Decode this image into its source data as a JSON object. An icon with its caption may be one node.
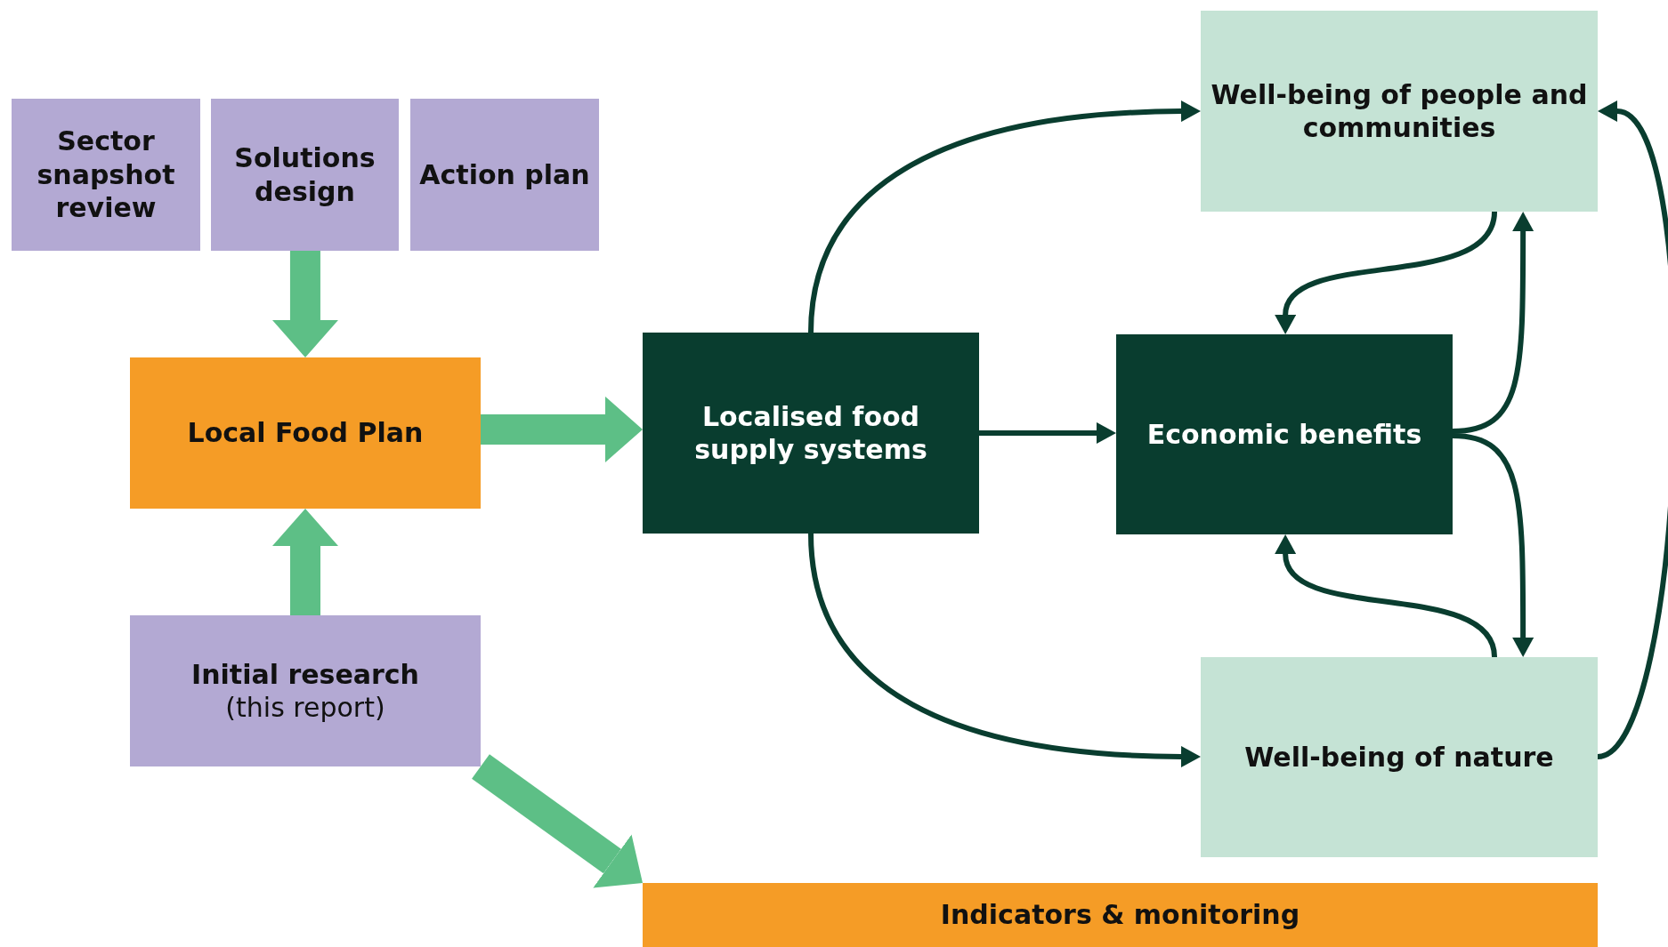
{
  "diagram": {
    "nodes": [
      {
        "text": [
          "Sector snapshot review"
        ]
      },
      {
        "text": [
          "Solutions design"
        ]
      },
      {
        "text": [
          "Action plan"
        ]
      },
      {
        "text": [
          "Local Food Plan"
        ]
      },
      {
        "text": [
          "Initial research",
          "(this report)"
        ]
      },
      {
        "text": [
          "Localised food supply systems"
        ]
      },
      {
        "text": [
          "Economic benefits"
        ]
      },
      {
        "text": [
          "Well-being of people and communities"
        ]
      },
      {
        "text": [
          "Well-being of nature"
        ]
      },
      {
        "text": [
          "Indicators & monitoring"
        ]
      }
    ],
    "edges": [
      {
        "from": 1,
        "to": 3,
        "arrow": "to",
        "style": "thick",
        "color": "#5dbf86"
      },
      {
        "from": 4,
        "to": 3,
        "arrow": "to",
        "style": "thick",
        "color": "#5dbf86"
      },
      {
        "from": 3,
        "to": 5,
        "arrow": "to",
        "style": "thick",
        "color": "#5dbf86"
      },
      {
        "from": 4,
        "to": 9,
        "arrow": "to",
        "style": "thick",
        "color": "#5dbf86"
      },
      {
        "from": 5,
        "to": 7,
        "arrow": "to"
      },
      {
        "from": 5,
        "to": 6,
        "arrow": "to"
      },
      {
        "from": 5,
        "to": 8,
        "arrow": "to"
      },
      {
        "from": 7,
        "to": 6,
        "arrow": "to"
      },
      {
        "from": 6,
        "to": 7,
        "arrow": "to"
      },
      {
        "from": 6,
        "to": 8,
        "arrow": "to"
      },
      {
        "from": 8,
        "to": 6,
        "arrow": "to"
      },
      {
        "from": 8,
        "to": 7,
        "arrow": "to"
      }
    ]
  }
}
